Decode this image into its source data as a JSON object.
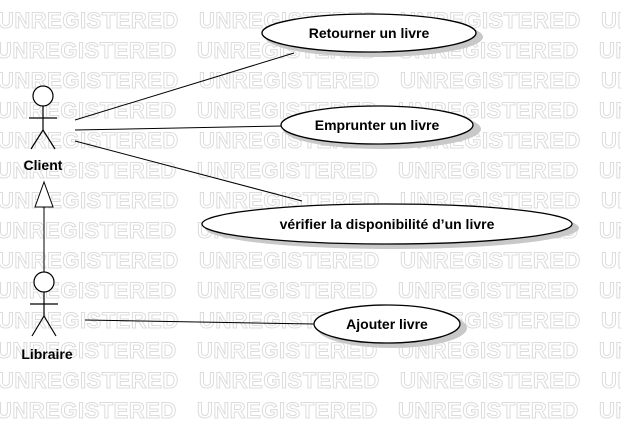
{
  "watermark": {
    "text": "UNREGISTERED"
  },
  "actors": {
    "client": {
      "label": "Client"
    },
    "libraire": {
      "label": "Libraire"
    }
  },
  "use_cases": {
    "retourner": {
      "label": "Retourner un livre"
    },
    "emprunter": {
      "label": "Emprunter un livre"
    },
    "verifier": {
      "label": "vérifier la disponibilité d’un livre"
    },
    "ajouter": {
      "label": "Ajouter livre"
    }
  },
  "colors": {
    "line": "#000000",
    "shadow": "#c8c8c8",
    "watermark_outline": "#dcdcdc",
    "background": "#ffffff"
  }
}
